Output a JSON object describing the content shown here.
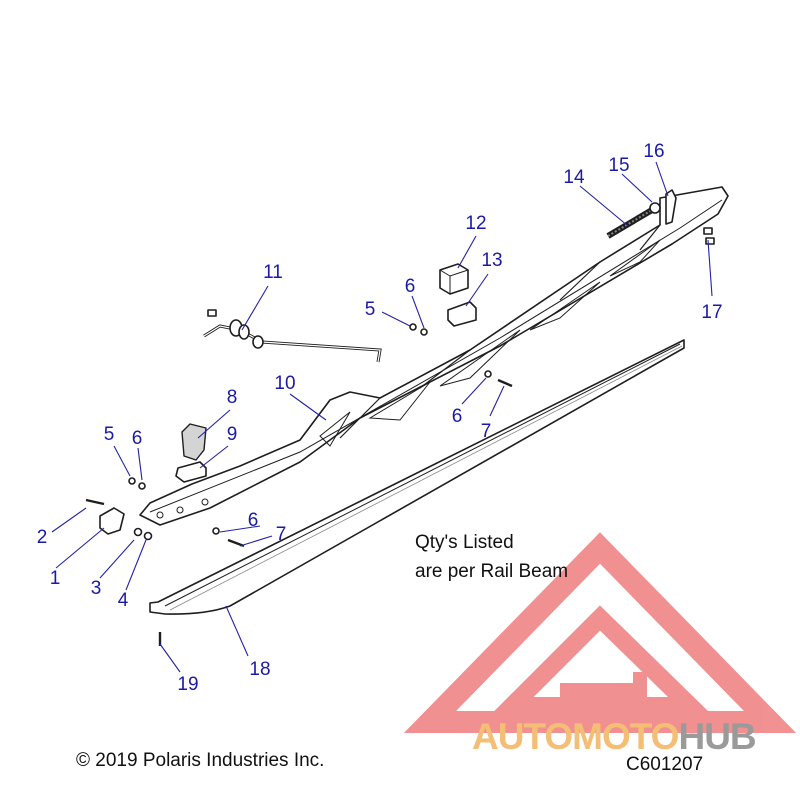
{
  "note": {
    "line1": "Qty's Listed",
    "line2": "are per Rail Beam"
  },
  "footer": {
    "copyright": "© 2019 Polaris Industries Inc.",
    "code": "C601207"
  },
  "watermark": {
    "part1": "AUTOMOTO",
    "part2": "HUB",
    "color_main": "#f4be77",
    "color_accent": "#9a9a9a",
    "logo_color": "#ec6c6c"
  },
  "callouts": {
    "c1": "1",
    "c2": "2",
    "c3": "3",
    "c4": "4",
    "c5a": "5",
    "c5b": "5",
    "c6a": "6",
    "c6b": "6",
    "c6c": "6",
    "c6d": "6",
    "c7a": "7",
    "c7b": "7",
    "c8": "8",
    "c9": "9",
    "c10": "10",
    "c11": "11",
    "c12": "12",
    "c13": "13",
    "c14": "14",
    "c15": "15",
    "c16": "16",
    "c17": "17",
    "c18": "18",
    "c19": "19"
  },
  "colors": {
    "callout": "#1a1aa8",
    "line": "#1e1e1e"
  }
}
